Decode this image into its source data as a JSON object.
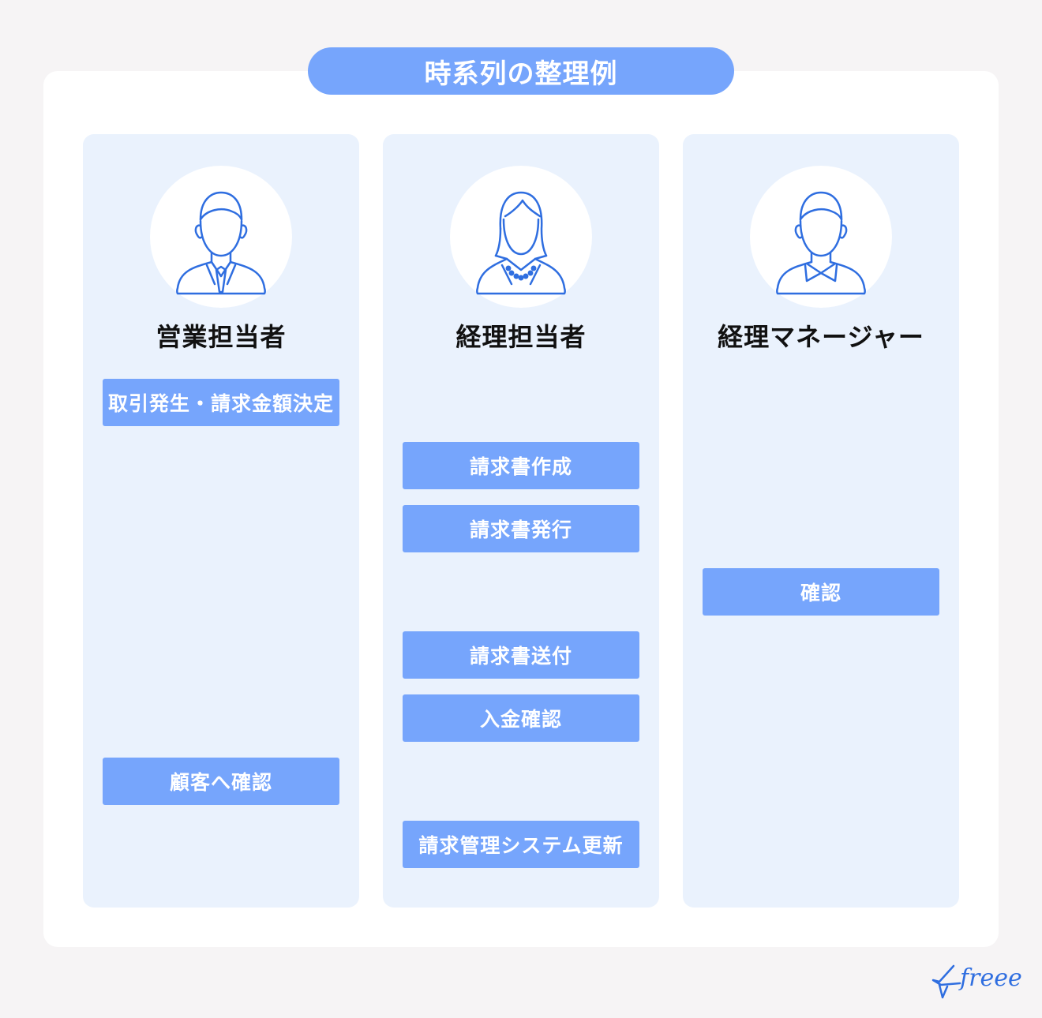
{
  "title": "時系列の整理例",
  "columns": [
    {
      "role": "営業担当者",
      "avatar_icon": "male-employee-tie-icon",
      "steps": [
        "取引発生・請求金額決定",
        "顧客へ確認"
      ]
    },
    {
      "role": "経理担当者",
      "avatar_icon": "female-employee-necklace-icon",
      "steps": [
        "請求書作成",
        "請求書発行",
        "請求書送付",
        "入金確認",
        "請求管理システム更新"
      ]
    },
    {
      "role": "経理マネージャー",
      "avatar_icon": "male-manager-bowtie-icon",
      "steps": [
        "確認"
      ]
    }
  ],
  "logo": "freee",
  "colors": {
    "accent": "#76a5fc",
    "column_bg": "#eaf2fd",
    "icon_stroke": "#2f6ee0"
  }
}
